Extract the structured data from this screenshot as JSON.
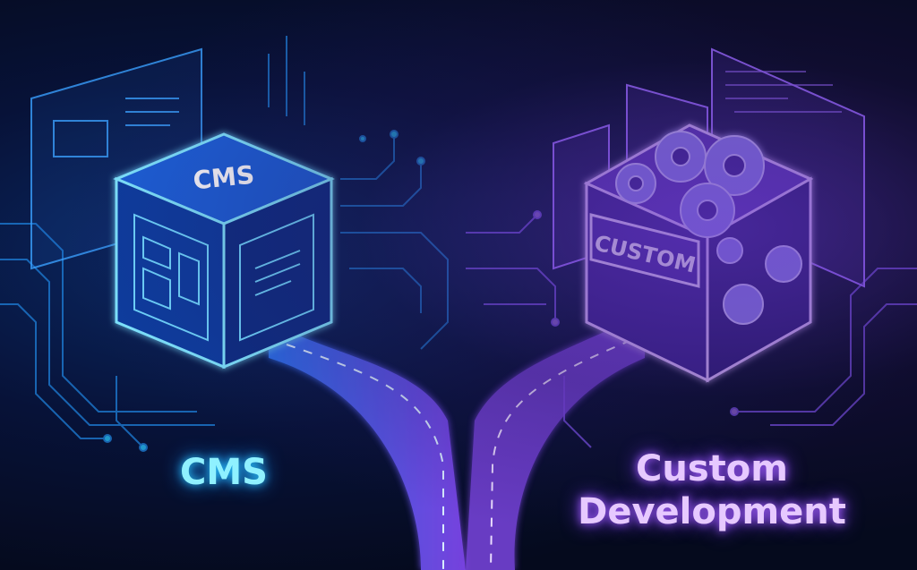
{
  "left": {
    "cube_text": "CMS",
    "label": "CMS",
    "accent": "#29c6ff"
  },
  "right": {
    "cube_text": "CUSTOM",
    "label_line1": "Custom",
    "label_line2": "Development",
    "accent": "#a760ff"
  },
  "icons": [
    "cms-cube",
    "custom-cube",
    "gear",
    "code-window",
    "forked-road",
    "circuit-traces"
  ]
}
